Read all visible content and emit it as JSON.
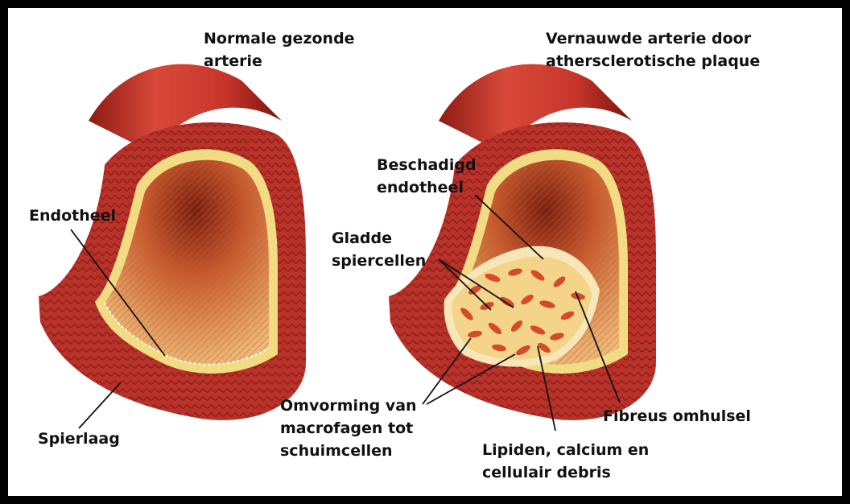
{
  "titles": {
    "normal": [
      "Normale gezonde",
      "arterie"
    ],
    "narrowed": [
      "Vernauwde arterie door",
      "athersclerotische plaque"
    ]
  },
  "labels": {
    "endotheel": "Endotheel",
    "spierlaag": "Spierlaag",
    "beschadigd_endotheel": [
      "Beschadigd",
      "endotheel"
    ],
    "gladde_spiercellen": [
      "Gladde",
      "spiercellen"
    ],
    "omvorming": [
      "Omvorming van",
      "macrofagen tot",
      "schuimcellen"
    ],
    "fibreus_omhulsel": "Fibreus omhulsel",
    "lipiden": [
      "Lipiden, calcium en",
      "cellulair debris"
    ]
  },
  "colors": {
    "frame": "#000000",
    "artery_outer": "#c8362b",
    "artery_dark": "#8e1b14",
    "muscle_layer": "#b8322a",
    "endothelium": "#f1dc84",
    "lumen": "#e39a5a",
    "plaque": "#f3d489",
    "cells": "#d44a2a"
  }
}
